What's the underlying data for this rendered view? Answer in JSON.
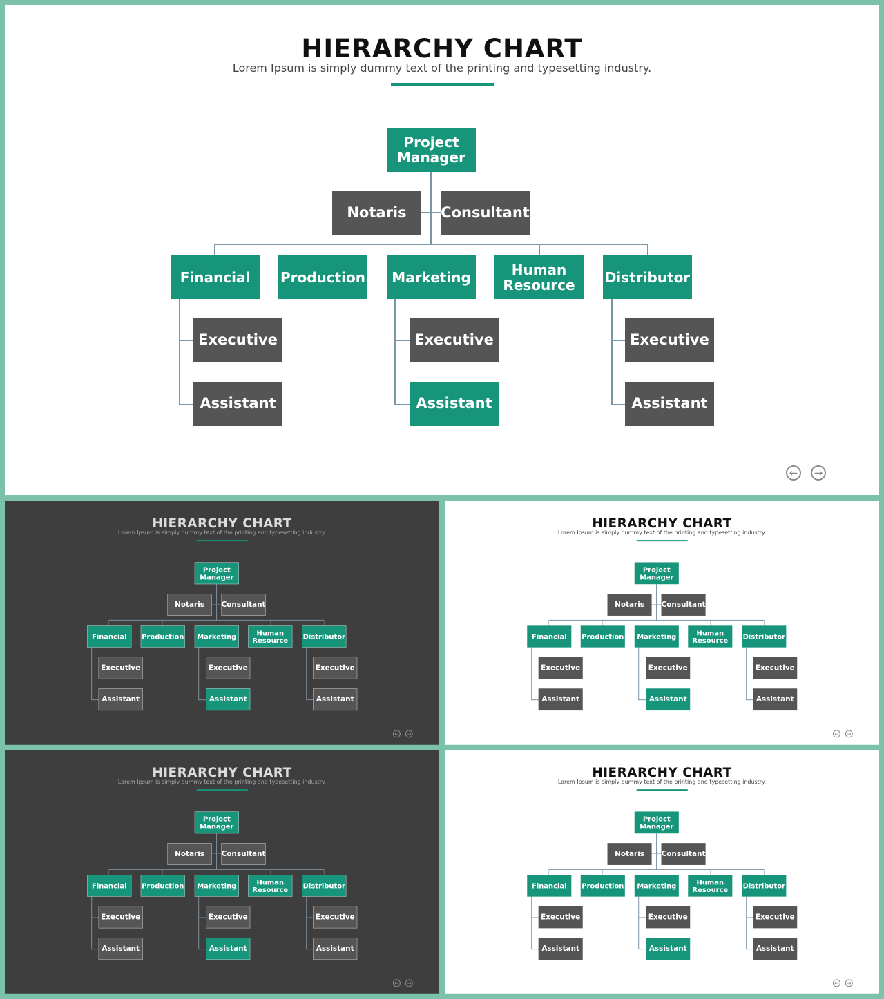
{
  "slide": {
    "title": "HIERARCHY CHART",
    "subtitle": "Lorem Ipsum is simply dummy text of the printing and typesetting industry.",
    "nodes": {
      "root": "Project Manager",
      "advisors": [
        "Notaris",
        "Consultant"
      ],
      "departments": [
        "Financial",
        "Production",
        "Marketing",
        "Human Resource",
        "Distributor"
      ],
      "staff": [
        "Executive",
        "Assistant"
      ]
    },
    "nav": {
      "prev_icon": "arrow-left-circle-icon",
      "next_icon": "arrow-right-circle-icon"
    }
  },
  "variants": [
    "light",
    "dark",
    "light",
    "dark",
    "light"
  ],
  "colors": {
    "accent": "#16957a",
    "box_gray": "#555555",
    "dark_background": "#3e3e3e",
    "frame": "#7cc2ab"
  }
}
